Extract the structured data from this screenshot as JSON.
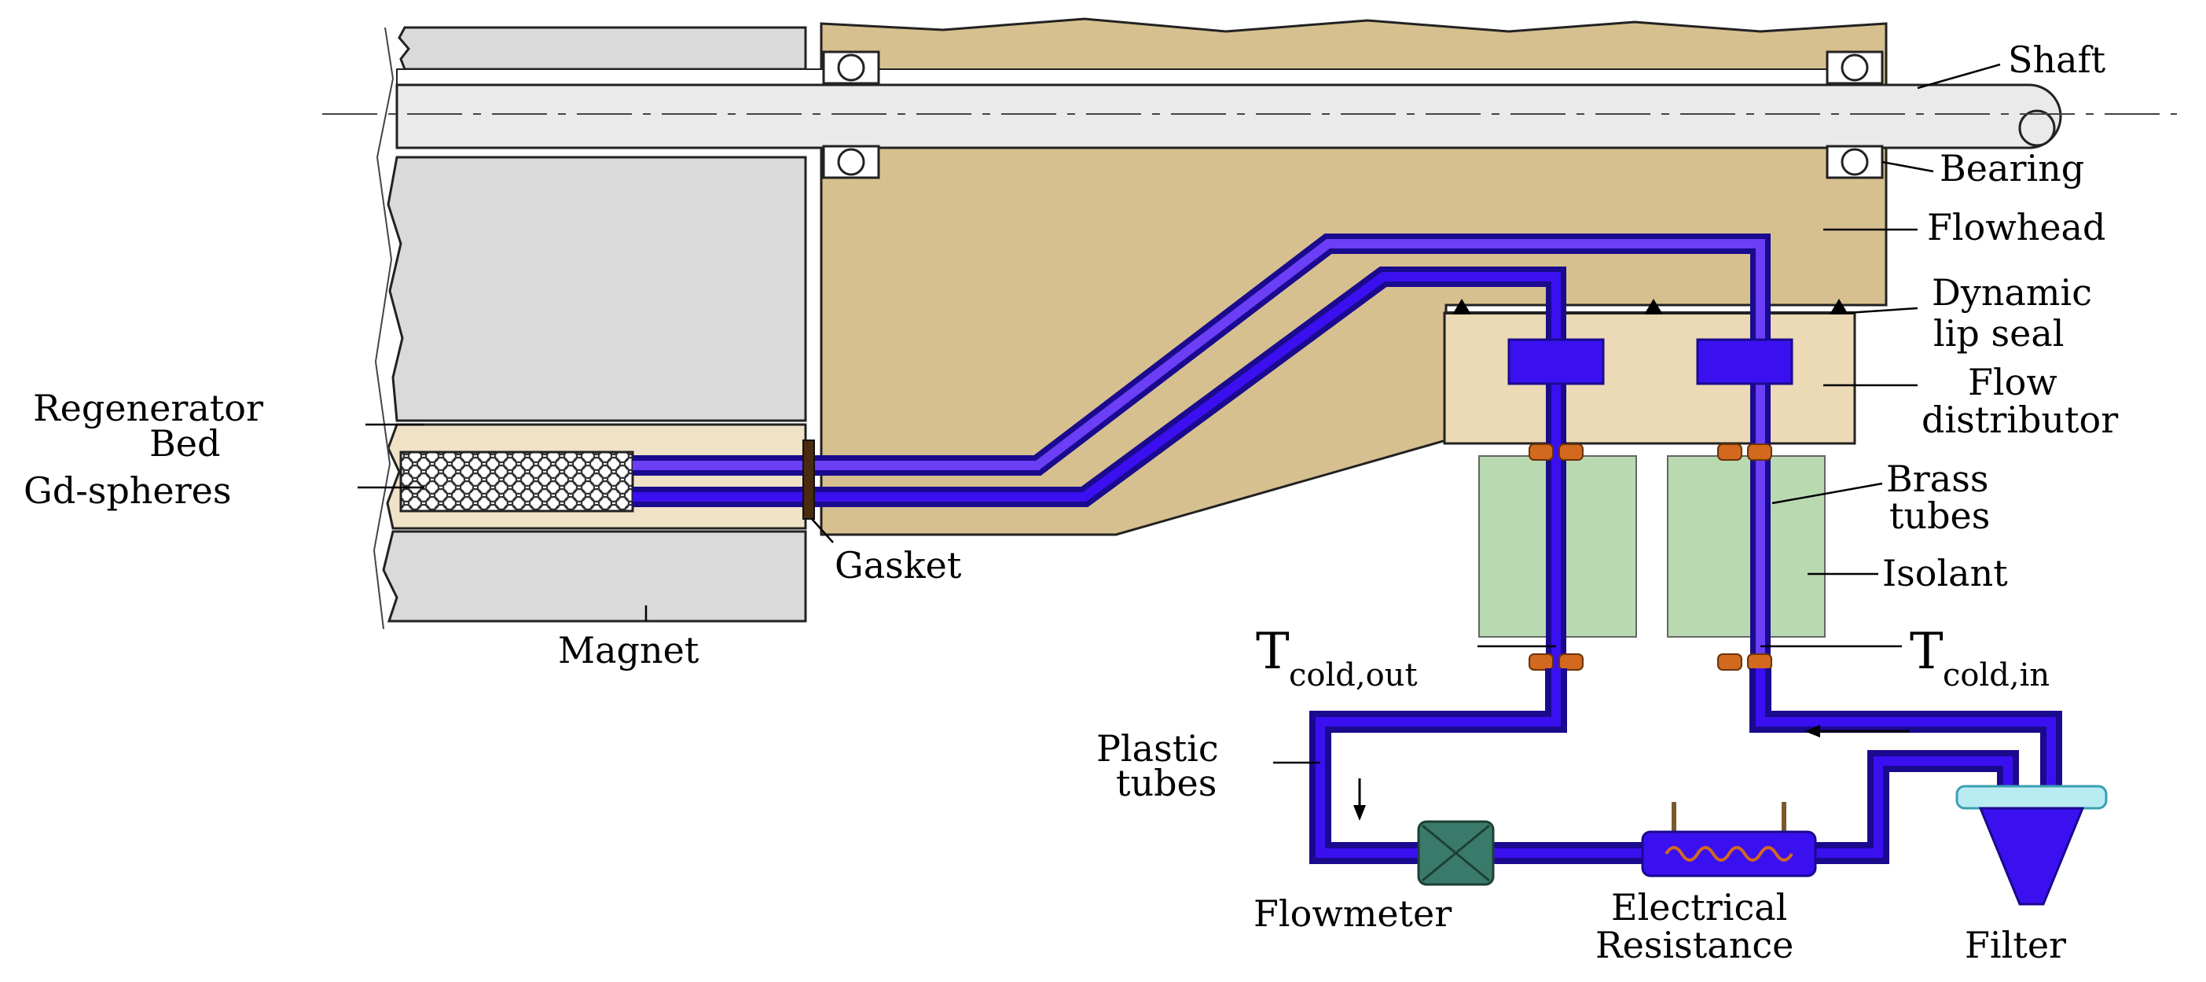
{
  "labels": {
    "shaft": "Shaft",
    "bearing": "Bearing",
    "flowhead": "Flowhead",
    "dynamic_lip_seal_1": "Dynamic",
    "dynamic_lip_seal_2": "lip seal",
    "flow_distributor_1": "Flow",
    "flow_distributor_2": "distributor",
    "regenerator_bed_1": "Regenerator",
    "regenerator_bed_2": "Bed",
    "gd_spheres": "Gd-spheres",
    "gasket": "Gasket",
    "magnet": "Magnet",
    "brass_tubes_1": "Brass",
    "brass_tubes_2": "tubes",
    "isolant": "Isolant",
    "t_cold_out_main": "T",
    "t_cold_out_sub": "cold,out",
    "t_cold_in_main": "T",
    "t_cold_in_sub": "cold,in",
    "plastic_tubes_1": "Plastic",
    "plastic_tubes_2": "tubes",
    "flowmeter": "Flowmeter",
    "electrical_resistance_1": "Electrical",
    "electrical_resistance_2": "Resistance",
    "filter": "Filter"
  },
  "colors": {
    "flowhead": "#d7c08f",
    "flow_distributor": "#ecd9b5",
    "magnet": "#dadada",
    "regenerator_bed": "#efe2c6",
    "isolant": "#b9dab1",
    "tube_inner": "#3b10f0",
    "tube_outer": "#1a0a8e",
    "tube_light": "#6a3ff5",
    "fitting": "#d2691e",
    "flowmeter": "#3a7a6a",
    "filter_cap": "#b8ecf2"
  }
}
